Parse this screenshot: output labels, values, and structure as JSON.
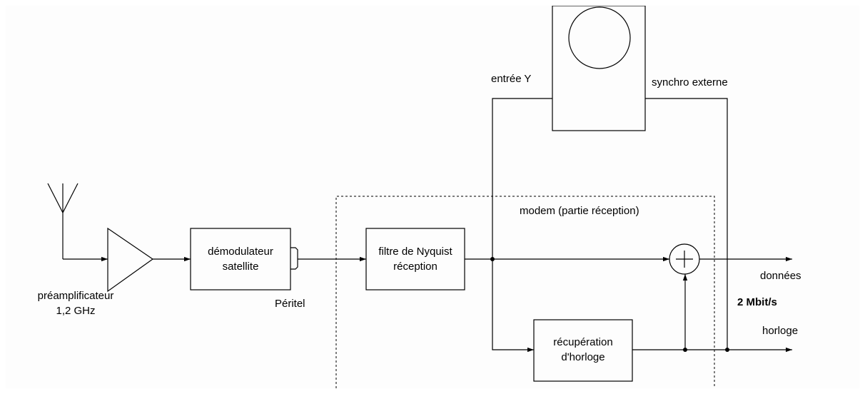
{
  "diagram": {
    "blocks": {
      "preamp": [
        "préamplificateur",
        "1,2 GHz"
      ],
      "demodulator": [
        "démodulateur",
        "satellite"
      ],
      "nyquist": [
        "filtre de Nyquist",
        "réception"
      ],
      "clock_recovery": [
        "récupération",
        "d'horloge"
      ],
      "oscilloscope": ""
    },
    "labels": {
      "peritel": "Péritel",
      "input_y": "entrée  Y",
      "ext_sync": "synchro externe",
      "modem": "modem  (partie réception)",
      "data_out": "données",
      "rate": "2 Mbit/s",
      "clock_out": "horloge"
    }
  }
}
